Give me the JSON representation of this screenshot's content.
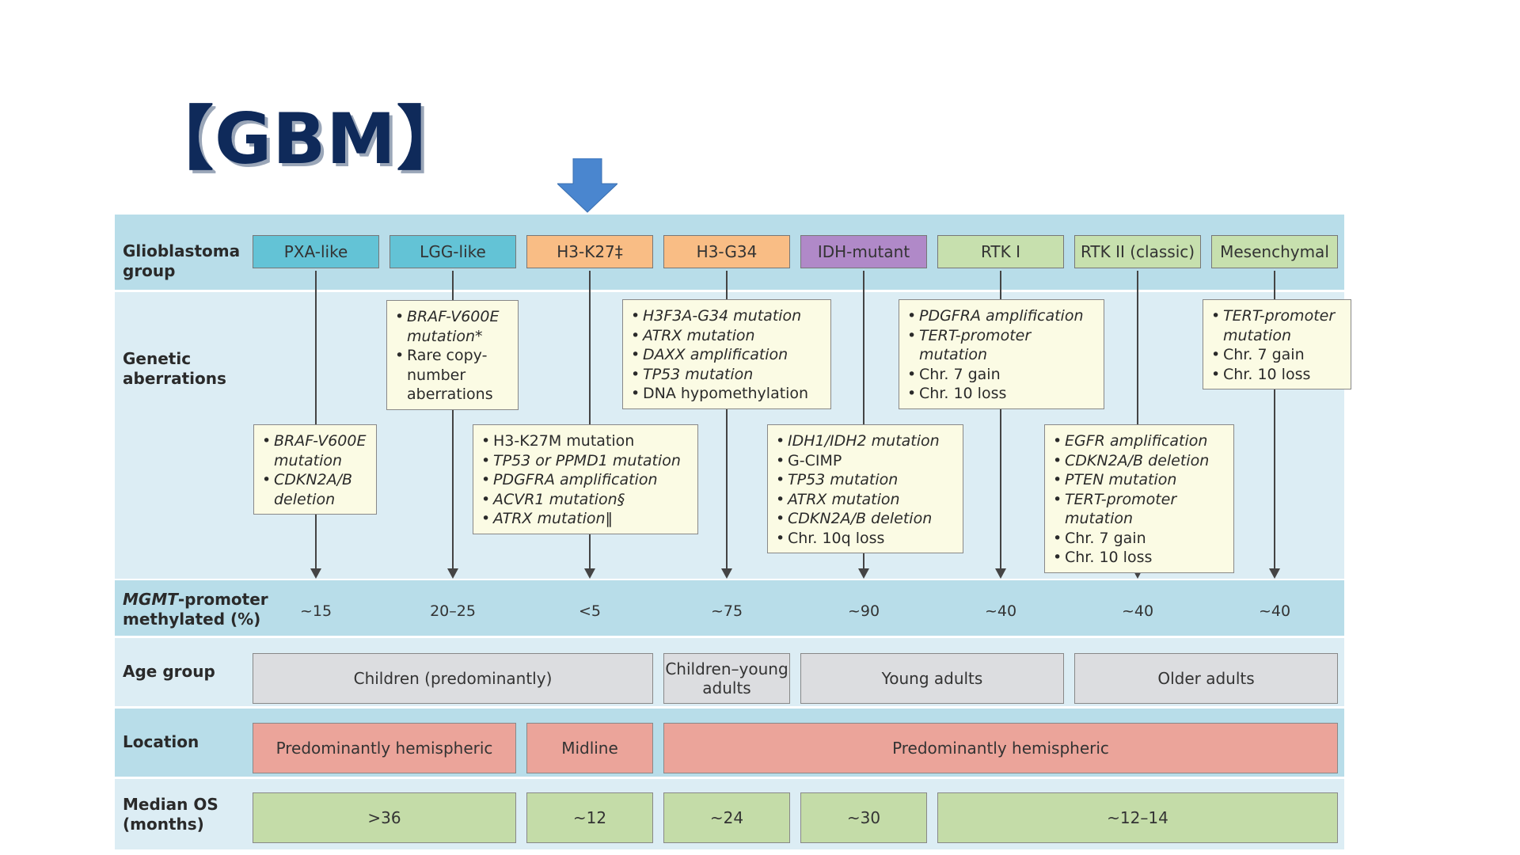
{
  "title": "【GBM】",
  "arrow_icon": "down-arrow-icon",
  "colors": {
    "band_dark": "#b8dde9",
    "band_light": "#dcedf4",
    "teal": "#63c3d6",
    "orange": "#f9bd85",
    "purple": "#b089c8",
    "green": "#c7e0ae",
    "age_gray": "#dcdde0",
    "location_salmon": "#eba49a",
    "os_green": "#c4dca8",
    "box_cream": "#fbfbe4",
    "title_navy": "#0f2a5a",
    "arrow_blue": "#4a86cf"
  },
  "row_labels": {
    "group": [
      "Glioblastoma",
      "group"
    ],
    "genetic": [
      "Genetic",
      "aberrations"
    ],
    "mgmt": [
      "MGMT",
      "-promoter",
      "methylated (%)"
    ],
    "age": "Age group",
    "location": "Location",
    "os": [
      "Median OS",
      "(months)"
    ]
  },
  "groups": [
    {
      "label": "PXA-like",
      "color": "#63c3d6"
    },
    {
      "label": "LGG-like",
      "color": "#63c3d6"
    },
    {
      "label": "H3-K27‡",
      "color": "#f9bd85"
    },
    {
      "label": "H3-G34",
      "color": "#f9bd85"
    },
    {
      "label": "IDH-mutant",
      "color": "#b089c8"
    },
    {
      "label": "RTK I",
      "color": "#c7e0ae"
    },
    {
      "label": "RTK II (classic)",
      "color": "#c7e0ae"
    },
    {
      "label": "Mesenchymal",
      "color": "#c7e0ae"
    }
  ],
  "aberrations": {
    "pxa": [
      "BRAF-V600E mutation",
      "CDKN2A/B deletion"
    ],
    "lgg": [
      "BRAF-V600E mutation*",
      "Rare copy-number aberrations"
    ],
    "h3k27": [
      "H3-K27M mutation",
      "TP53 or PPMD1 mutation",
      "PDGFRA amplification",
      "ACVR1 mutation§",
      "ATRX mutation‖"
    ],
    "h3g34": [
      "H3F3A-G34 mutation",
      "ATRX mutation",
      "DAXX amplification",
      "TP53 mutation",
      "DNA hypomethylation"
    ],
    "idh": [
      "IDH1/IDH2 mutation",
      "G-CIMP",
      "TP53 mutation",
      "ATRX mutation",
      "CDKN2A/B deletion",
      "Chr. 10q loss"
    ],
    "rtk1": [
      "PDGFRA amplification",
      "TERT-promoter mutation",
      "Chr. 7 gain",
      "Chr. 10 loss"
    ],
    "rtk2": [
      "EGFR amplification",
      "CDKN2A/B deletion",
      "PTEN mutation",
      "TERT-promoter mutation",
      "Chr. 7 gain",
      "Chr. 10 loss"
    ],
    "mes": [
      "TERT-promoter mutation",
      "Chr. 7 gain",
      "Chr. 10 loss"
    ]
  },
  "mgmt_values": [
    "~15",
    "20–25",
    "<5",
    "~75",
    "~90",
    "~40",
    "~40",
    "~40"
  ],
  "age_groups": [
    "Children (predominantly)",
    "Children–young adults",
    "Young adults",
    "Older adults"
  ],
  "locations": [
    "Predominantly hemispheric",
    "Midline",
    "Predominantly hemispheric"
  ],
  "median_os": [
    ">36",
    "~12",
    "~24",
    "~30",
    "~12–14"
  ]
}
